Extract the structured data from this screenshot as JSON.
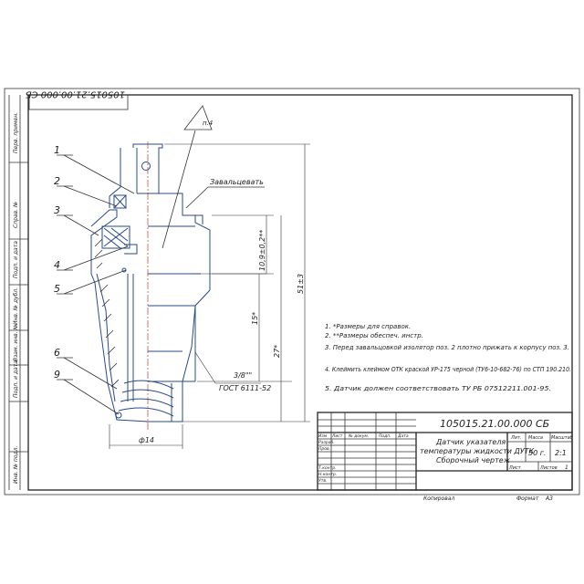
{
  "drawing": {
    "code_rotated": "105015.21.00.000 СБ",
    "side_labels": [
      "Перв. примен.",
      "Справ. №",
      "Подп. и дата",
      "Инв. № дубл.",
      "Взам. инв. №",
      "Подп. и дата",
      "Инв. № подл."
    ],
    "part_numbers": [
      "1",
      "2",
      "3",
      "4",
      "5",
      "6",
      "9"
    ],
    "roughness_mark": "п.4",
    "annotations": {
      "roll": "Завальцевать",
      "thread": "3/8\"\"",
      "thread_standard": "ГОСТ 6111-52"
    },
    "dimensions": {
      "d1": "10,9±0,2**",
      "d2": "15*",
      "d3": "27*",
      "d4": "51±3",
      "diameter": "ф14"
    },
    "notes": [
      "1. *Размеры для справок.",
      "2. **Размеры обеспеч. инстр.",
      "3. Перед завальцовкой изолятор поз. 2 плотно прижать к корпусу поз. 3.",
      "4. Клеймить клеймом ОТК краской УР-175 черной (ТУ6-10-682-76) по СТП 190.210.",
      "5. Датчик должен соответствовать ТУ РБ 07512211.001-95."
    ]
  },
  "title_block": {
    "doc_number": "105015.21.00.000 СБ",
    "name_line1": "Датчик указателя",
    "name_line2": "температуры жидкости ДУТК",
    "name_line3": "Сборочный чертеж",
    "col_headers": [
      "Изм",
      "Лист",
      "№ докум.",
      "Подп.",
      "Дата"
    ],
    "rows": [
      "Разраб.",
      "Пров.",
      "",
      "Т.контр.",
      "Н.контр.",
      "Утв."
    ],
    "lit_label": "Лит.",
    "mass_label": "Масса",
    "scale_label": "Масштаб",
    "mass_value": "50 г.",
    "scale_value": "2:1",
    "sheet_label": "Лист",
    "sheets_label": "Листов",
    "sheets_value": "1",
    "copied": "Копировал",
    "format": "Формат",
    "format_value": "А3"
  }
}
